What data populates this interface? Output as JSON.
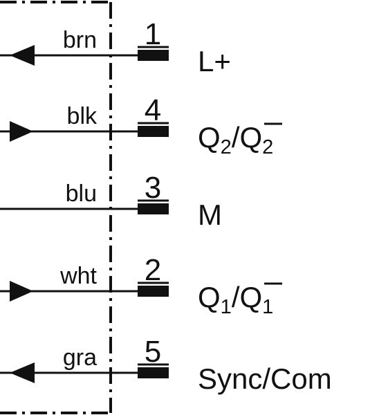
{
  "diagram": {
    "kind": "connector-pinout",
    "stroke_color": "#111111",
    "pins": [
      {
        "wire_color": "brn",
        "pin": "1",
        "signal": "L+",
        "signal_main": "",
        "signal_sub": "",
        "direction": "out"
      },
      {
        "wire_color": "blk",
        "pin": "4",
        "signal": "Q2/Q̄2",
        "signal_main": "Q",
        "signal_sub": "2",
        "direction": "in"
      },
      {
        "wire_color": "blu",
        "pin": "3",
        "signal": "M",
        "signal_main": "",
        "signal_sub": "",
        "direction": "none"
      },
      {
        "wire_color": "wht",
        "pin": "2",
        "signal": "Q1/Q̄1",
        "signal_main": "Q",
        "signal_sub": "1",
        "direction": "in"
      },
      {
        "wire_color": "gra",
        "pin": "5",
        "signal": "Sync/Com",
        "signal_main": "",
        "signal_sub": "",
        "direction": "out"
      }
    ]
  }
}
